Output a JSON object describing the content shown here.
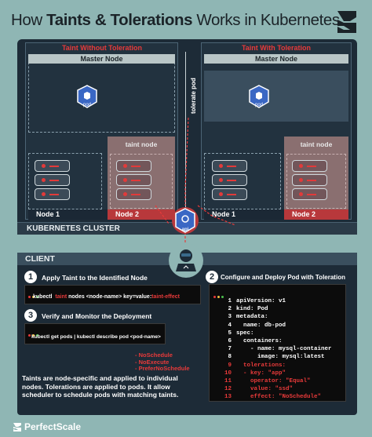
{
  "title": {
    "pre": "How ",
    "bold": "Taints & Tolerations",
    "post": " Works in Kubernetes"
  },
  "left": {
    "heading": "Taint Without Toleration",
    "master": "Master Node",
    "taint_label": "taint node",
    "node1": "Node 1",
    "node2": "Node 2",
    "pod": "pod"
  },
  "right": {
    "heading": "Taint With Toleration",
    "master": "Master Node",
    "taint_label": "taint node",
    "node1": "Node 1",
    "node2": "Node 2",
    "pod": "pod",
    "tolerate": "tolerate pod"
  },
  "cluster_label": "KUBERNETES CLUSTER",
  "api_label": "api",
  "client": {
    "label": "CLIENT",
    "step1": {
      "num": "1",
      "text": "Apply Taint to the Identified Node",
      "cmd_a": "kubectl",
      "cmd_b": "taint",
      "cmd_c": " nodes  <node-name>  key=value:",
      "cmd_d": "taint-effect"
    },
    "step2": {
      "num": "2",
      "text": "Configure and Deploy Pod with Toleration"
    },
    "step3": {
      "num": "3",
      "text": "Verify and Monitor the Deployment",
      "cmd": "kubectl get pods | kubectl describe pod <pod-name>"
    }
  },
  "yaml": [
    {
      "n": "1",
      "t": "apiVersion: v1",
      "red": false
    },
    {
      "n": "2",
      "t": "kind: Pod",
      "red": false
    },
    {
      "n": "3",
      "t": "metadata:",
      "red": false
    },
    {
      "n": "4",
      "t": "  name: db-pod",
      "red": false
    },
    {
      "n": "5",
      "t": "spec:",
      "red": false
    },
    {
      "n": "6",
      "t": "  containers:",
      "red": false
    },
    {
      "n": "7",
      "t": "    - name: mysql-container",
      "red": false
    },
    {
      "n": "8",
      "t": "      image: mysql:latest",
      "red": false
    },
    {
      "n": "9",
      "t": "  tolerations:",
      "red": true
    },
    {
      "n": "10",
      "t": "  - key: \"app\"",
      "red": true
    },
    {
      "n": "11",
      "t": "    operator: \"Equal\"",
      "red": true
    },
    {
      "n": "12",
      "t": "    value: \"ssd\"",
      "red": true
    },
    {
      "n": "13",
      "t": "    effect: \"NoSchedule\"",
      "red": true
    }
  ],
  "effects": [
    "- NoSchedule",
    "- NoExecute",
    "- PreferNoSchedule"
  ],
  "note": "Taints are node-specific and applied to individual nodes. Tolerations are applied to pods. It allow scheduler to schedule pods with matching taints.",
  "brand": "PerfectScale",
  "colors": {
    "accent_red": "#e83a3a",
    "dark_bg": "#1d2b37",
    "page_bg": "#8fb6b4",
    "pod_blue": "#3a67c4"
  }
}
